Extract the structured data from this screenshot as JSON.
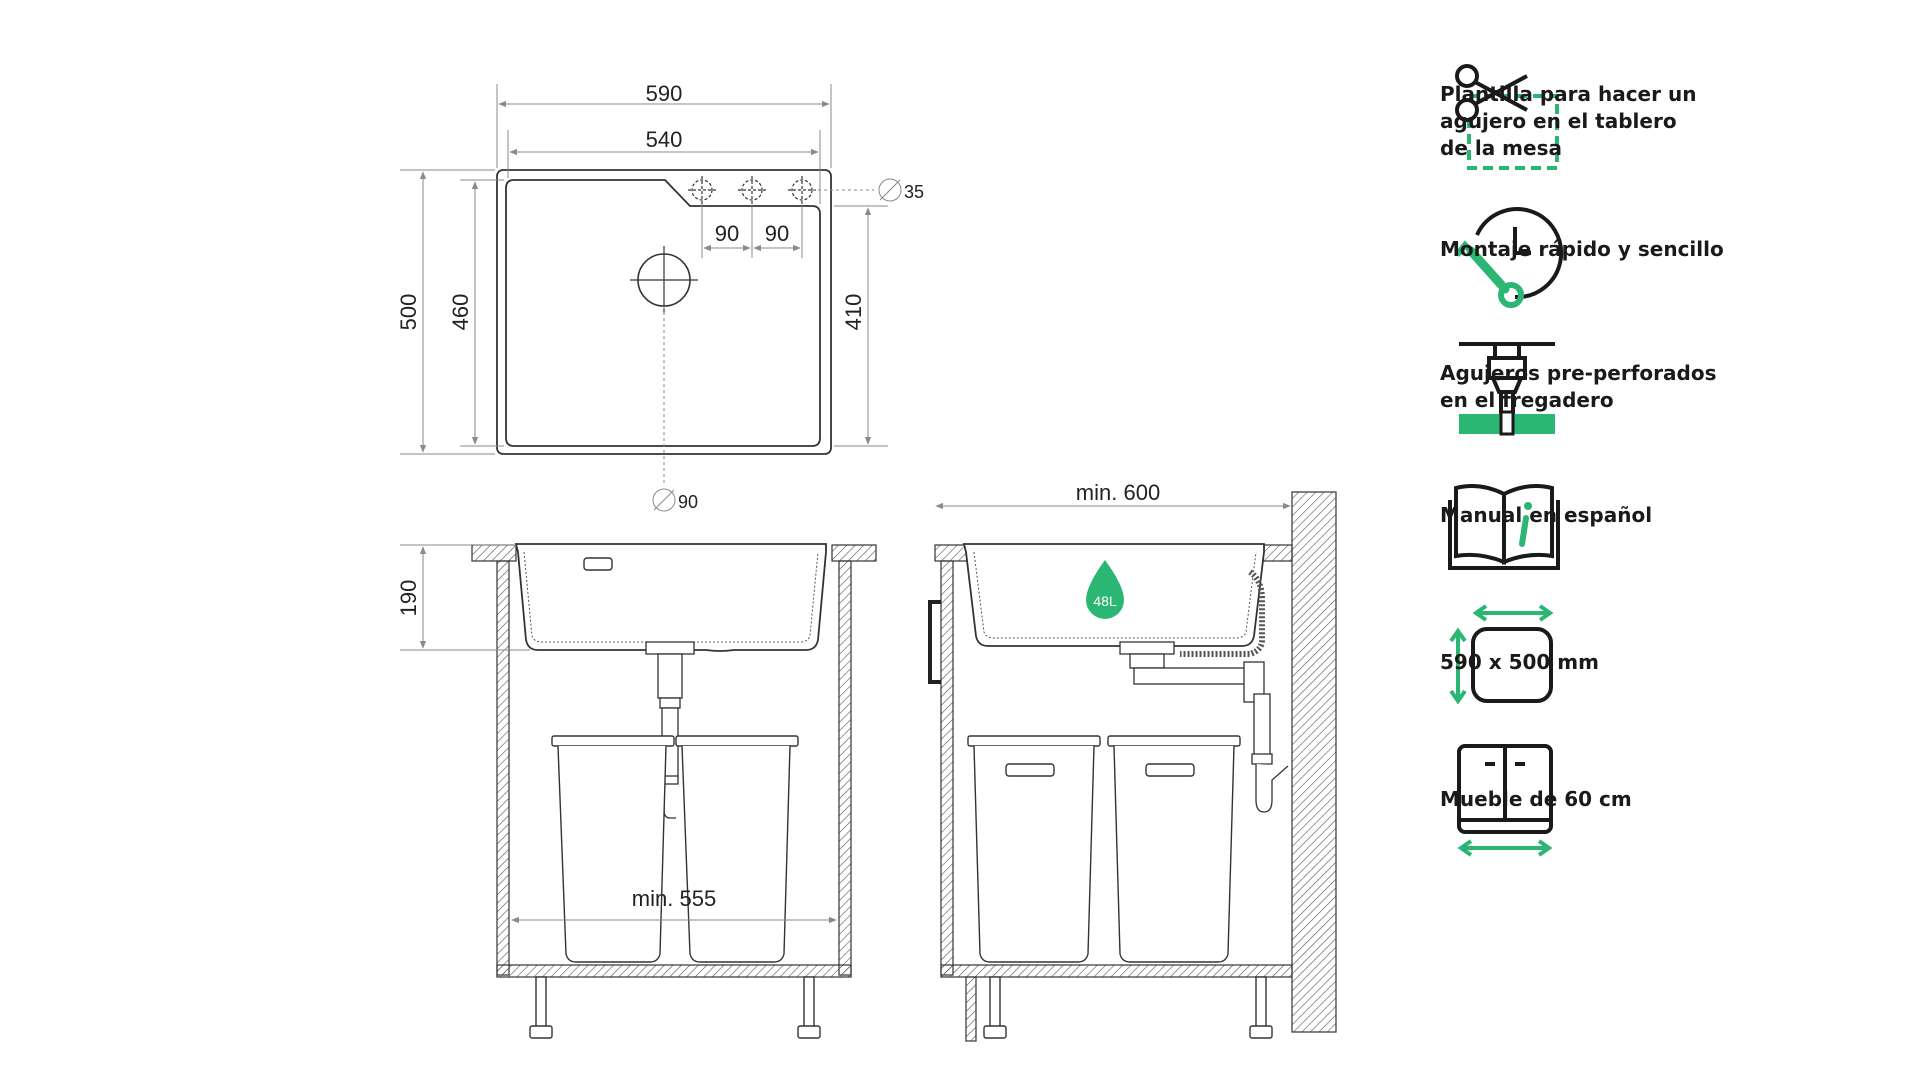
{
  "dimensions": {
    "overall_width": "590",
    "inner_width": "540",
    "overall_depth": "500",
    "inner_depth": "460",
    "bowl_depth_side": "410",
    "tap_spacing_1": "90",
    "tap_spacing_2": "90",
    "tap_hole_diameter": "35",
    "drain_diameter": "90",
    "bowl_height": "190",
    "min_cabinet_inner": "min. 555",
    "min_cabinet": "min. 600",
    "capacity_badge": "48L"
  },
  "features": [
    {
      "icon": "scissors-template-icon",
      "line1": "Plantilla para hacer un",
      "line2": "agujero en el tablero",
      "line3": "de la mesa"
    },
    {
      "icon": "clock-wrench-icon",
      "line1": "Montaje rápido y sencillo"
    },
    {
      "icon": "drill-icon",
      "line1": "Agujeros pre-perforados",
      "line2": "en el fregadero"
    },
    {
      "icon": "manual-book-icon",
      "line1": "Manual en español"
    },
    {
      "icon": "sink-size-icon",
      "line1": "590 x 500 mm"
    },
    {
      "icon": "cabinet-icon",
      "line1": "Mueble de 60 cm"
    }
  ],
  "colors": {
    "accent": "#2bb673",
    "line": "#333333",
    "dim_line": "#8a8a8a"
  }
}
